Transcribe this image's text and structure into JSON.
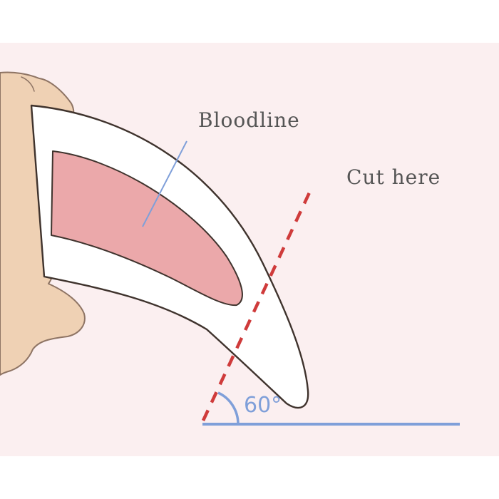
{
  "labels": {
    "bloodline": "Bloodline",
    "cut": "Cut here",
    "angle": "60°"
  },
  "colors": {
    "background_band": "#fbeff0",
    "page": "#ffffff",
    "paw_fur": "#efd1b4",
    "fur_outline": "#8e7464",
    "claw_fill": "#ffffff",
    "claw_outline": "#4a3c35",
    "quick_fill": "#eba8aa",
    "cut_line": "#cf3b3b",
    "angle_and_base": "#7f9fd9",
    "label_text": "#555555"
  }
}
